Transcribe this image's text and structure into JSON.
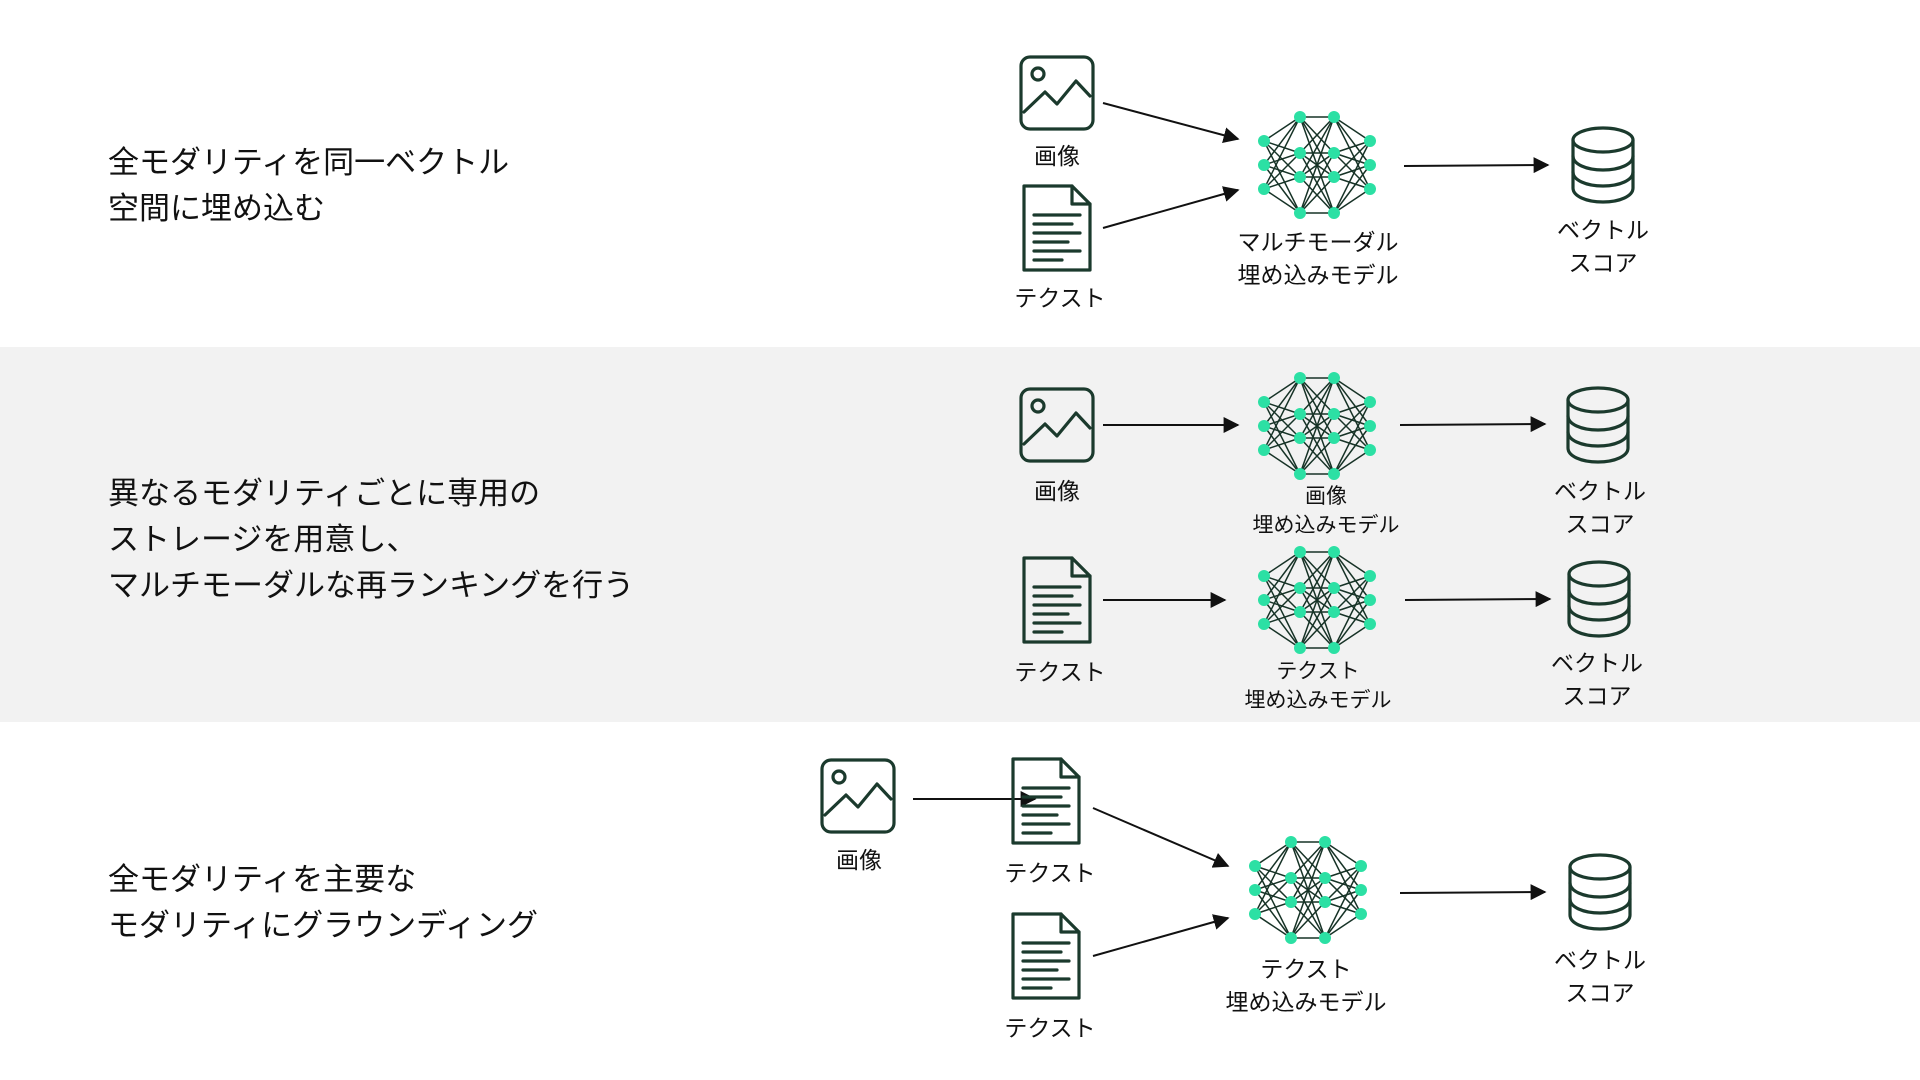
{
  "colors": {
    "accent": "#2ce0a4",
    "icon": "#1b3a2d",
    "band_alt": "#f2f2f2"
  },
  "rows": [
    {
      "description": [
        "全モダリティを同一ベクトル",
        "空間に埋め込む"
      ],
      "labels": {
        "image": "画像",
        "text": "テクスト",
        "model": [
          "マルチモーダル",
          "埋め込みモデル"
        ],
        "score": [
          "ベクトル",
          "スコア"
        ]
      }
    },
    {
      "description": [
        "異なるモダリティごとに専用の",
        "ストレージを用意し、",
        "マルチモーダルな再ランキングを行う"
      ],
      "labels": {
        "image": "画像",
        "image_model": [
          "画像",
          "埋め込みモデル"
        ],
        "image_score": [
          "ベクトル",
          "スコア"
        ],
        "text": "テクスト",
        "text_model": [
          "テクスト",
          "埋め込みモデル"
        ],
        "text_score": [
          "ベクトル",
          "スコア"
        ]
      }
    },
    {
      "description": [
        "全モダリティを主要な",
        "モダリティにグラウンディング"
      ],
      "labels": {
        "image": "画像",
        "grounded_text": "テクスト",
        "text": "テクスト",
        "model": [
          "テクスト",
          "埋め込みモデル"
        ],
        "score": [
          "ベクトル",
          "スコア"
        ]
      }
    }
  ]
}
